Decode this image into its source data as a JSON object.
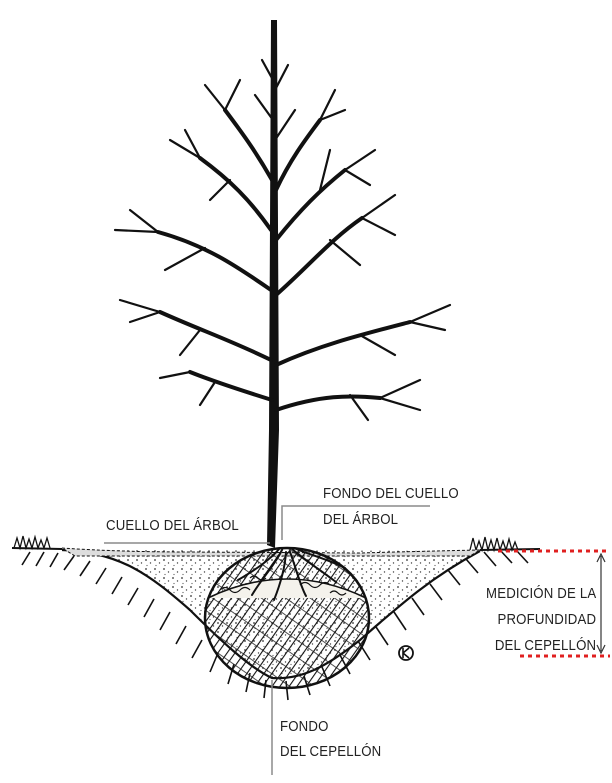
{
  "labels": {
    "collar_top_line1": "FONDO DEL CUELLO",
    "collar_top_line2": "DEL ÁRBOL",
    "tree_collar": "CUELLO DEL ÁRBOL",
    "depth_line1": "MEDICIÓN DE LA",
    "depth_line2": "PROFUNDIDAD",
    "depth_line3": "DEL CEPELLÓN",
    "bottom_line1": "FONDO",
    "bottom_line2": "DEL CEPELLÓN"
  },
  "colors": {
    "ink": "#111111",
    "leader": "#8a8a8a",
    "measure_dots": "#e02020",
    "soil_fill": "#f3f1ea"
  },
  "icons": [
    "artist-signature-icon"
  ]
}
